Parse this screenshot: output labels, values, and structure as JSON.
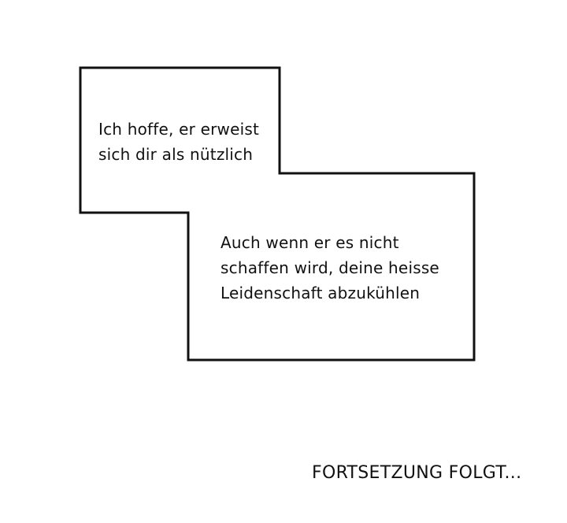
{
  "speech_bubble": {
    "line_color": "#111111",
    "first_caption": [
      "Ich hoffe, er erweist",
      "sich dir als nützlich"
    ],
    "second_caption": [
      "Auch wenn er es nicht",
      "schaffen wird, deine heisse",
      "Leidenschaft abzukühlen"
    ]
  },
  "footer": {
    "to_be_continued": "FORTSETZUNG FOLGT..."
  }
}
